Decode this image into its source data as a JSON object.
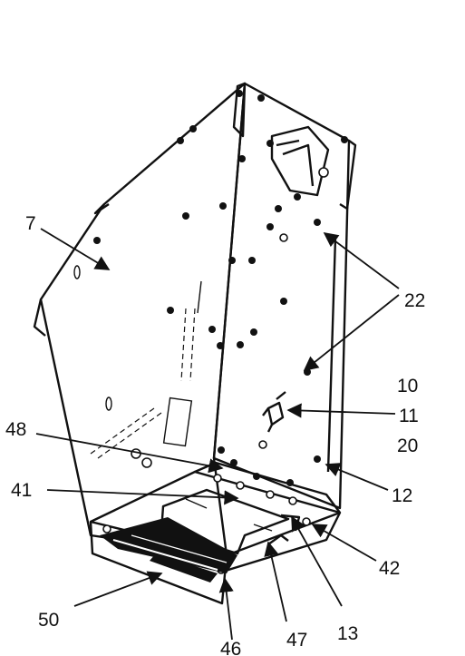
{
  "callouts": {
    "c7": "7",
    "c22": "22",
    "c10": "10",
    "c11": "11",
    "c20": "20",
    "c48": "48",
    "c12": "12",
    "c41": "41",
    "c42": "42",
    "c50": "50",
    "c13": "13",
    "c47": "47",
    "c46": "46"
  }
}
